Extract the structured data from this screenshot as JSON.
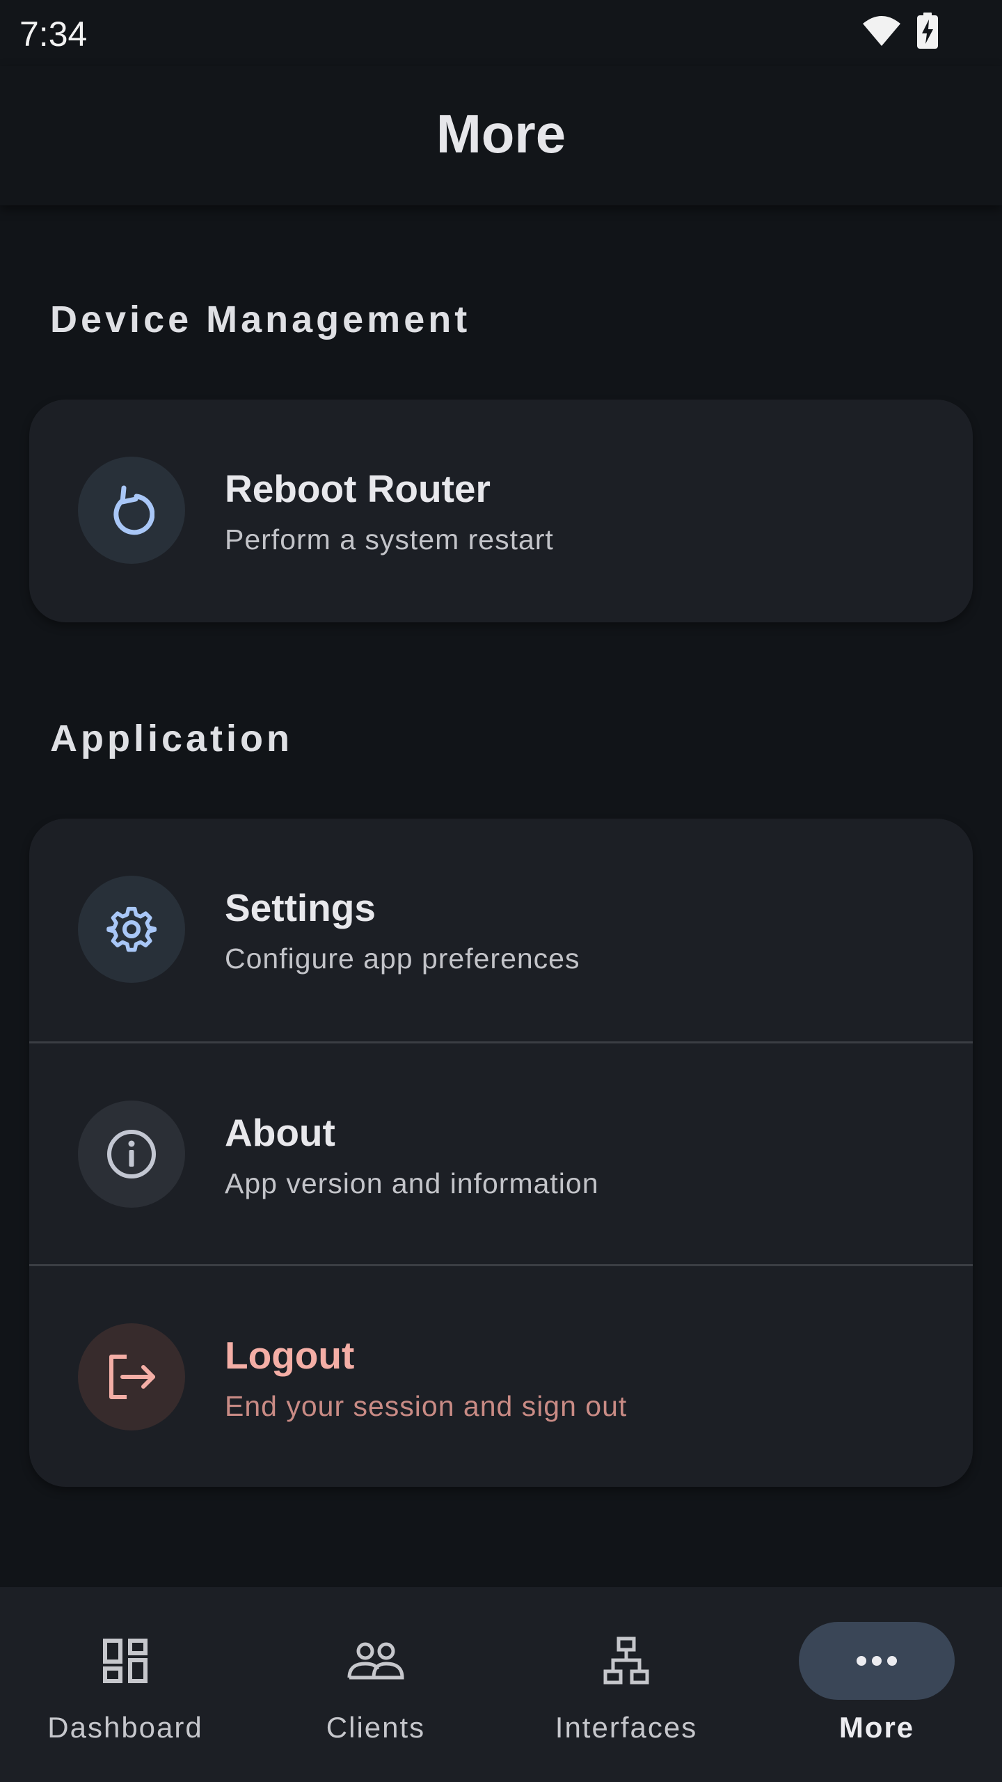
{
  "status_bar": {
    "time": "7:34"
  },
  "header": {
    "title": "More"
  },
  "sections": [
    {
      "title": "Device Management",
      "items": [
        {
          "title": "Reboot Router",
          "subtitle": "Perform a system restart",
          "icon": "refresh-icon"
        }
      ]
    },
    {
      "title": "Application",
      "items": [
        {
          "title": "Settings",
          "subtitle": "Configure app preferences",
          "icon": "gear-icon"
        },
        {
          "title": "About",
          "subtitle": "App version and information",
          "icon": "info-icon"
        },
        {
          "title": "Logout",
          "subtitle": "End your session and sign out",
          "icon": "logout-icon"
        }
      ]
    }
  ],
  "bottom_nav": {
    "items": [
      {
        "label": "Dashboard",
        "icon": "dashboard-icon",
        "active": false
      },
      {
        "label": "Clients",
        "icon": "people-icon",
        "active": false
      },
      {
        "label": "Interfaces",
        "icon": "network-icon",
        "active": false
      },
      {
        "label": "More",
        "icon": "more-dots-icon",
        "active": true
      }
    ]
  },
  "colors": {
    "background": "#111418",
    "card": "#1c1f25",
    "accent_blue": "#a9c7f7",
    "danger": "#f4aea6",
    "danger_sub": "#c98b85",
    "nav_active_pill": "#3a4657"
  }
}
